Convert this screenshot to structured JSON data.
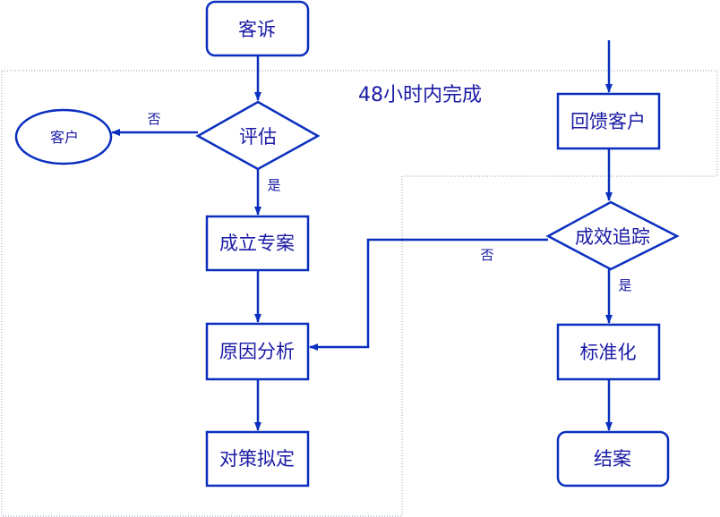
{
  "region_label": "48小时内完成",
  "nodes": {
    "complaint": "客诉",
    "evaluate": "评估",
    "customer": "客户",
    "create_case": "成立专案",
    "root_cause": "原因分析",
    "countermeasure": "对策拟定",
    "feedback": "回馈客户",
    "effect_tracking": "成效追踪",
    "standardize": "标准化",
    "close_case": "结案"
  },
  "edges": {
    "evaluate_no": "否",
    "evaluate_yes": "是",
    "tracking_no": "否",
    "tracking_yes": "是"
  },
  "colors": {
    "stroke": "#0a2fbf",
    "text": "#1a1aa6",
    "region_border": "#8a9bb5"
  }
}
